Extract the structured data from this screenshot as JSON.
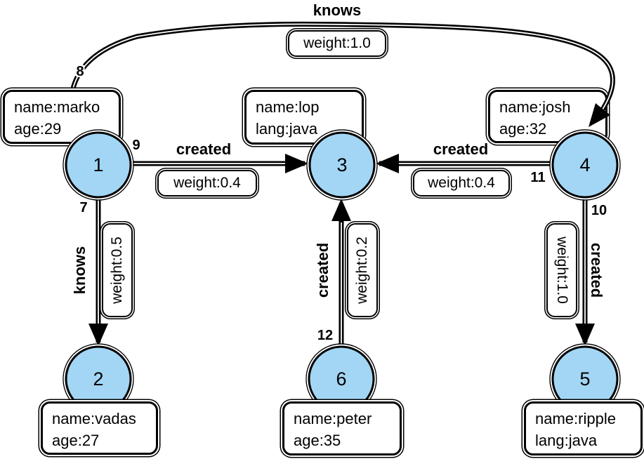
{
  "theme": {
    "background": "#ffffff",
    "node_fill": "#a3d6f5",
    "node_stroke": "#000000",
    "edge_color": "#000000",
    "box_fill": "#ffffff"
  },
  "nodes": [
    {
      "id": "1",
      "props": [
        "name:marko",
        "age:29"
      ]
    },
    {
      "id": "3",
      "props": [
        "name:lop",
        "lang:java"
      ]
    },
    {
      "id": "4",
      "props": [
        "name:josh",
        "age:32"
      ]
    },
    {
      "id": "2",
      "props": [
        "name:vadas",
        "age:27"
      ]
    },
    {
      "id": "6",
      "props": [
        "name:peter",
        "age:35"
      ]
    },
    {
      "id": "5",
      "props": [
        "name:ripple",
        "lang:java"
      ]
    }
  ],
  "edges": [
    {
      "id": "8",
      "label": "knows",
      "weight": "weight:1.0",
      "from": "1",
      "to": "4"
    },
    {
      "id": "9",
      "label": "created",
      "weight": "weight:0.4",
      "from": "1",
      "to": "3"
    },
    {
      "id": "7",
      "label": "knows",
      "weight": "weight:0.5",
      "from": "1",
      "to": "2"
    },
    {
      "id": "11",
      "label": "created",
      "weight": "weight:0.4",
      "from": "4",
      "to": "3"
    },
    {
      "id": "10",
      "label": "created",
      "weight": "weight:1.0",
      "from": "4",
      "to": "5"
    },
    {
      "id": "12",
      "label": "created",
      "weight": "weight:0.2",
      "from": "6",
      "to": "3"
    }
  ]
}
